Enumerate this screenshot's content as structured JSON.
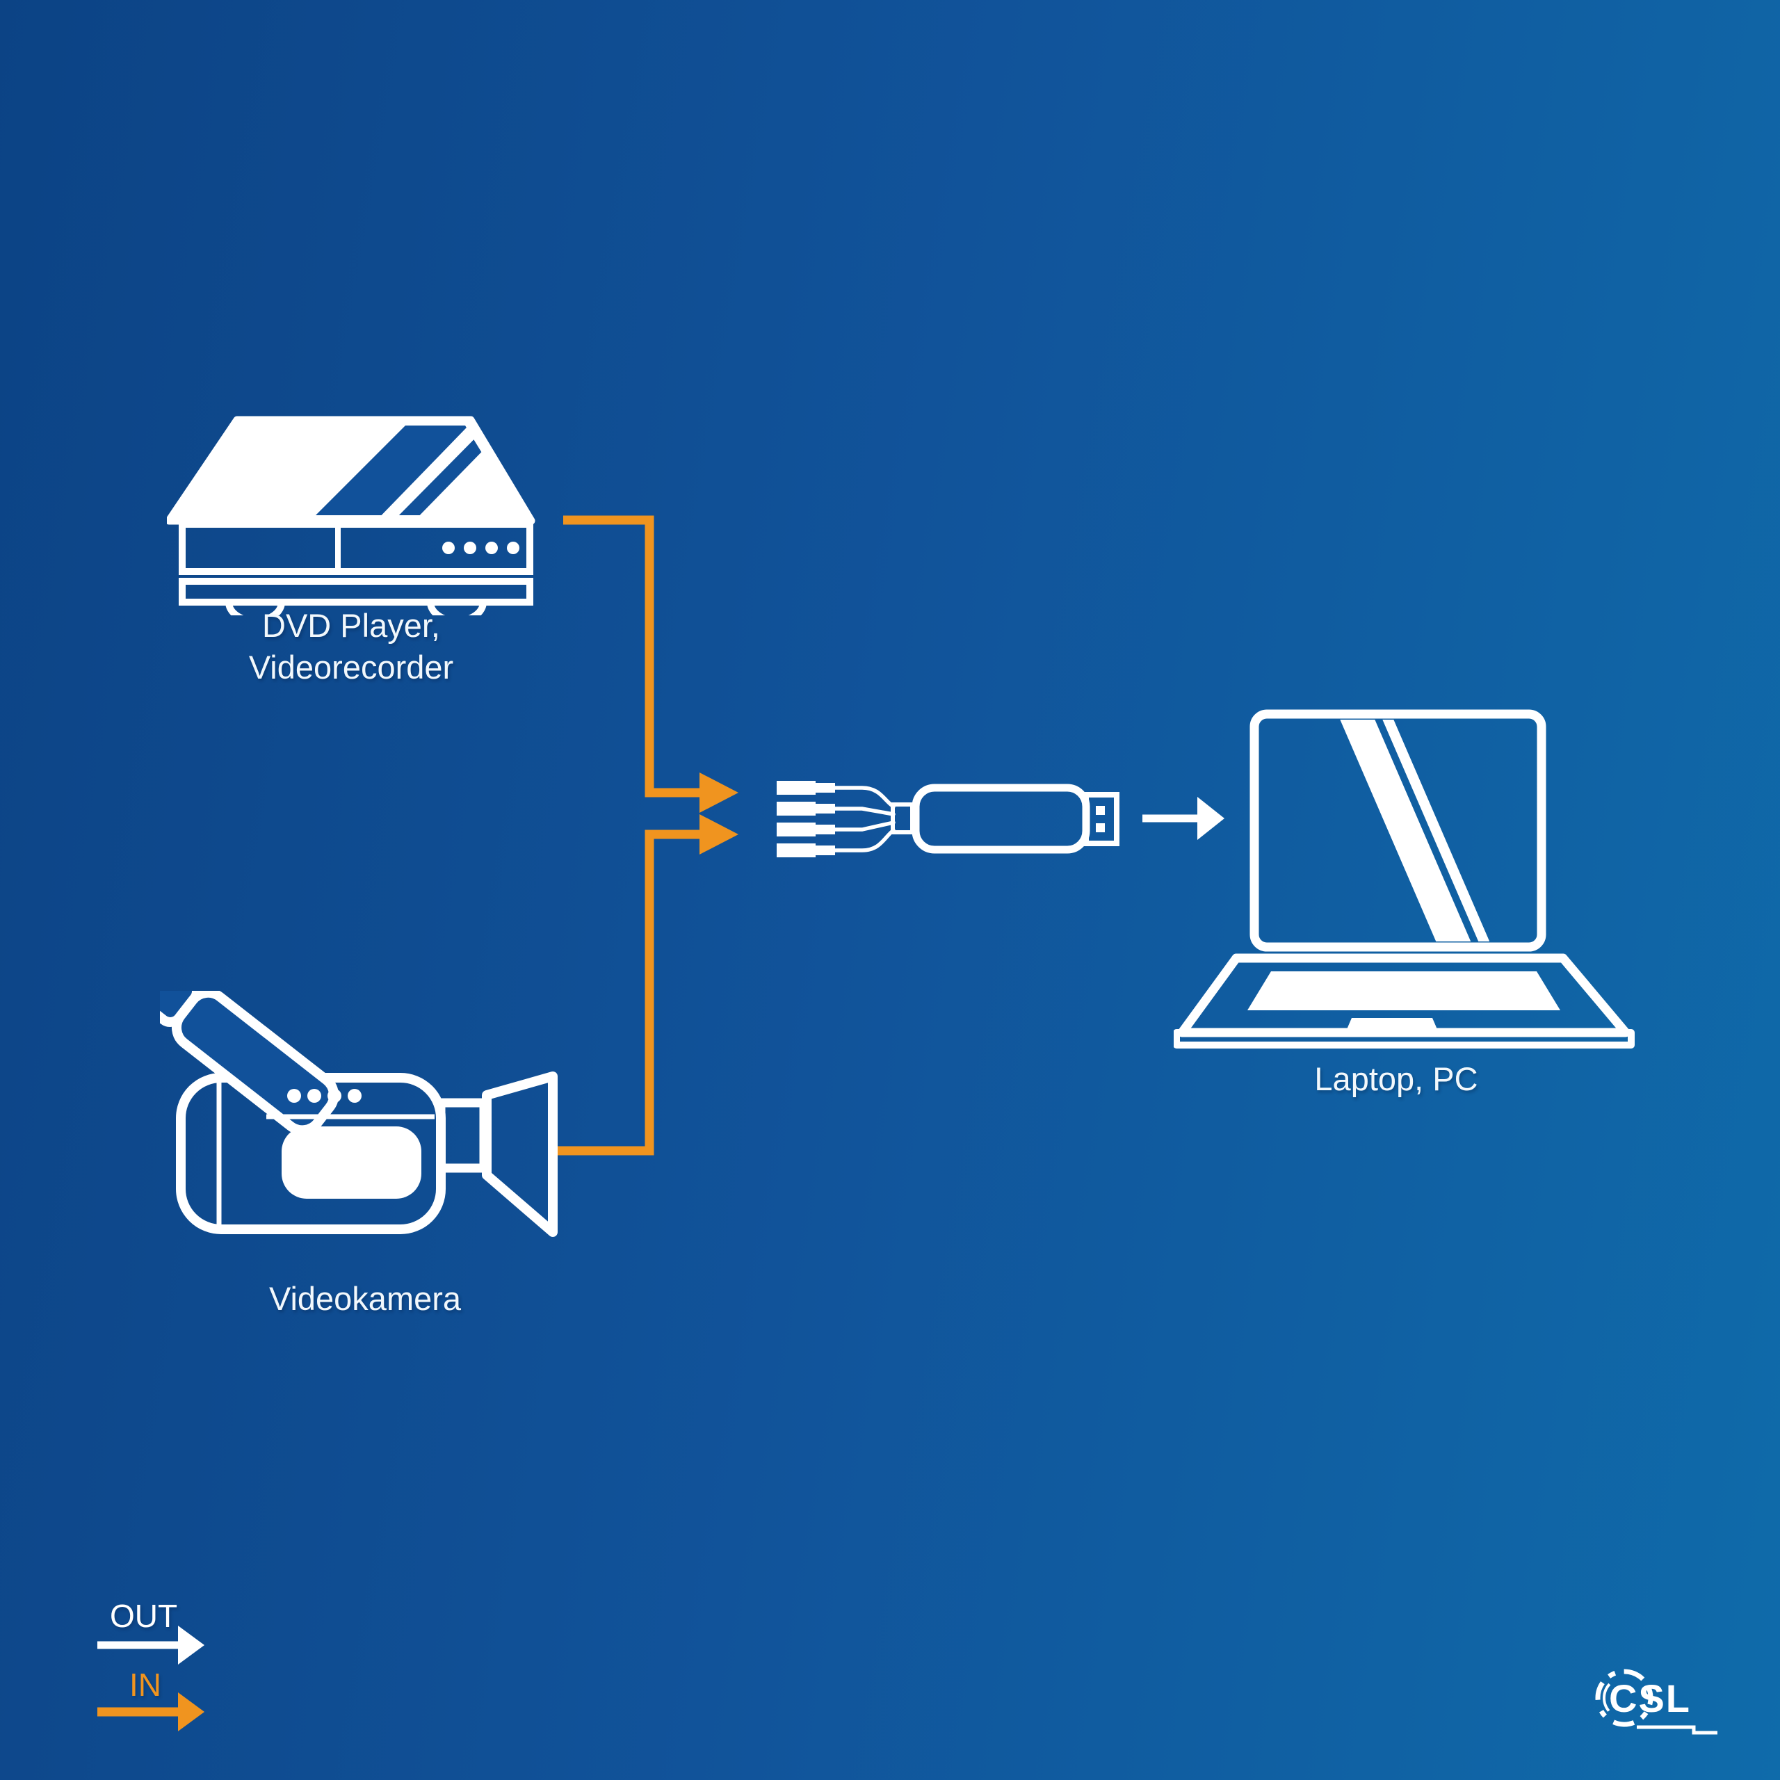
{
  "colors": {
    "background_dark": "#0C4385",
    "background_light": "#0F6BAA",
    "accent_orange": "#F0941F",
    "icon_white": "#FFFFFF",
    "label_text": "#F2F8FC",
    "flat_blue": "#11519A"
  },
  "devices": {
    "dvd": {
      "label_line1": "DVD Player,",
      "label_line2": "Videorecorder"
    },
    "camera": {
      "label": "Videokamera"
    },
    "laptop": {
      "label": "Laptop, PC"
    }
  },
  "legend": {
    "out_label": "OUT",
    "in_label": "IN"
  },
  "logo": {
    "text": "CSL"
  }
}
